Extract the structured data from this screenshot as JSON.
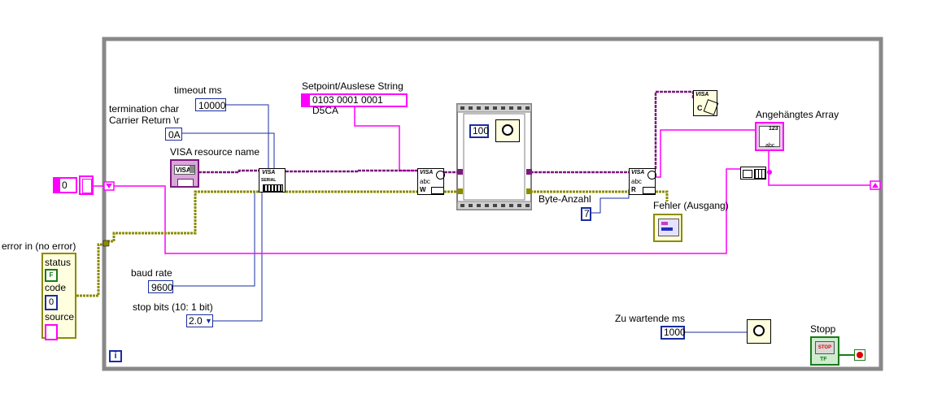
{
  "labels": {
    "timeout": "timeout ms",
    "termination_line1": "termination char",
    "termination_line2": "Carrier Return \\r",
    "visa_resource": "VISA resource name",
    "setpoint": "Setpoint/Auslese String",
    "baud_rate": "baud rate",
    "stop_bits": "stop bits (10: 1 bit)",
    "error_in": "error in (no error)",
    "status": "status",
    "code": "code",
    "source": "source",
    "byte_anzahl": "Byte-Anzahl",
    "fehler": "Fehler (Ausgang)",
    "angehaengtes_array": "Angehängtes Array",
    "zu_wartende": "Zu wartende ms",
    "stopp": "Stopp"
  },
  "constants": {
    "timeout_value": "10000",
    "termination_value": "0A",
    "setpoint_value": "0103 0001 0001 D5CA",
    "baud_value": "9600",
    "stop_bits_value": "2.0",
    "delay_value": "100",
    "byte_count": "7",
    "wait_value": "1000",
    "index_init": "0",
    "error_status": "F",
    "error_code": "0",
    "iteration": "i"
  },
  "node_text": {
    "visa": "VISA",
    "serial": "SERIAL",
    "abc": "abc",
    "write": "W",
    "read": "R",
    "close": "C",
    "stop_text": "STOP",
    "tf": "TF",
    "array_num": "123",
    "array_str": "abc"
  },
  "colors": {
    "string_wire": "#ff00ff",
    "numeric_wire": "#1a2da0",
    "error_wire": "#8b8b00",
    "visa_wire": "#7b1a7b",
    "loop_border": "#808080",
    "stop_red": "#e00000",
    "bool_green": "#1a7a1a"
  }
}
